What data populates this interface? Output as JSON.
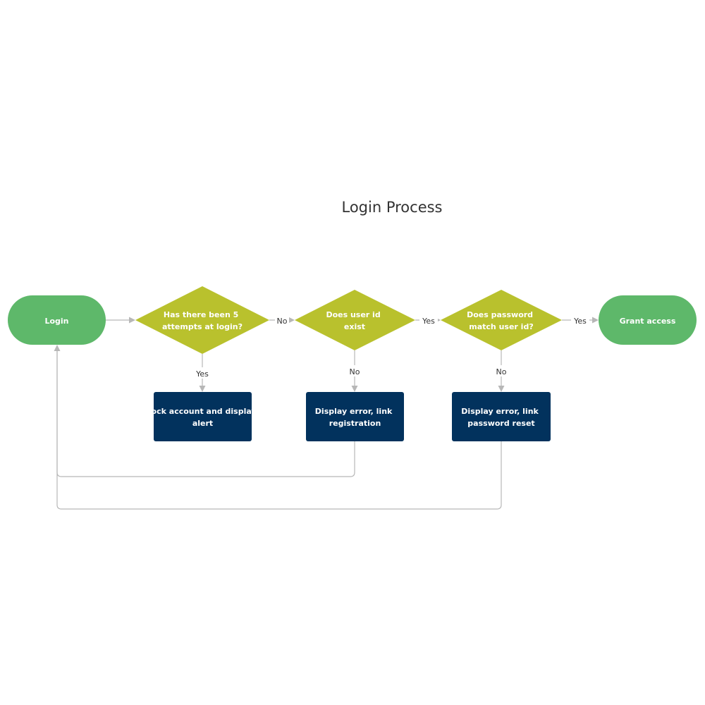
{
  "title": "Login Process",
  "colors": {
    "terminal": "#5eb86a",
    "decision": "#b9c12d",
    "process": "#02325d",
    "connector": "#b7b7b7"
  },
  "nodes": {
    "login": {
      "lines": [
        "Login"
      ]
    },
    "attempts_check": {
      "lines": [
        "Has there been 5",
        "attempts at login?"
      ]
    },
    "userid_check": {
      "lines": [
        "Does user id",
        "exist"
      ]
    },
    "password_check": {
      "lines": [
        "Does password",
        "match user id?"
      ]
    },
    "grant_access": {
      "lines": [
        "Grant access"
      ]
    },
    "lock_account": {
      "lines": [
        "Lock account and display",
        "alert"
      ]
    },
    "error_registration": {
      "lines": [
        "Display error, link",
        "registration"
      ]
    },
    "error_password_reset": {
      "lines": [
        "Display error, link",
        "password reset"
      ]
    }
  },
  "edge_labels": {
    "attempts_no": "No",
    "attempts_yes": "Yes",
    "userid_yes": "Yes",
    "userid_no": "No",
    "password_yes": "Yes",
    "password_no": "No"
  }
}
